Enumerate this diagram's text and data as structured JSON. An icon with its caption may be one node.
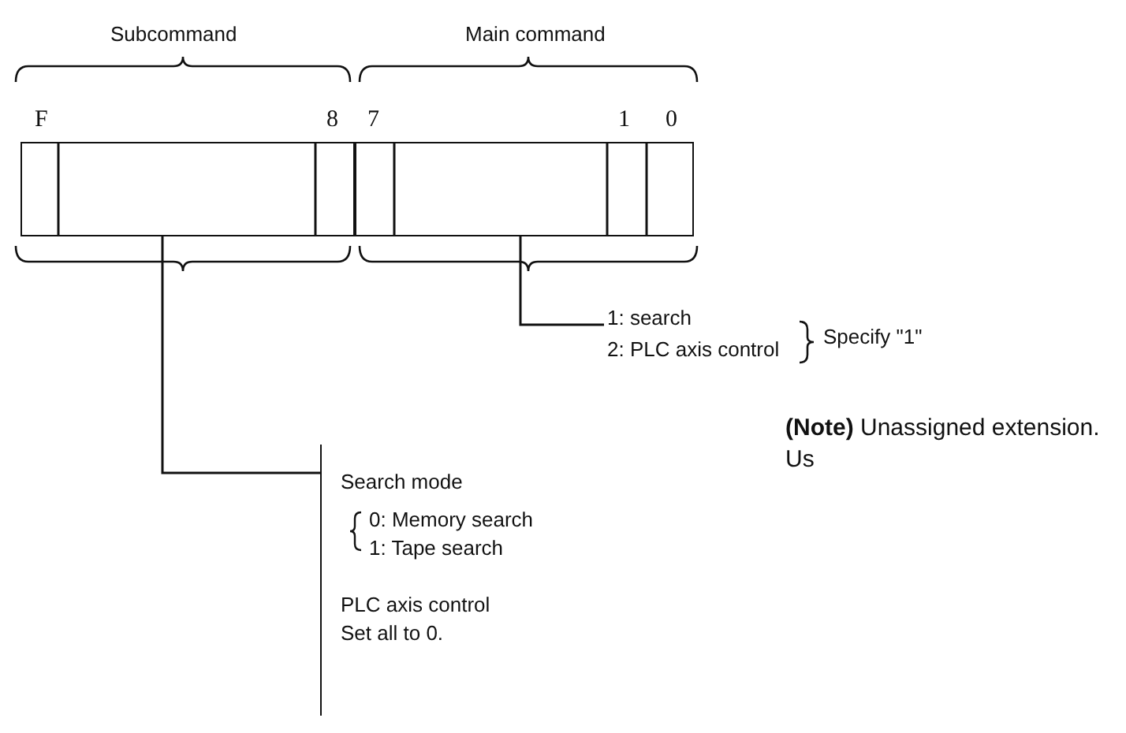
{
  "diagram": {
    "nodes": [
      {
        "text": [],
        "shape": "bar"
      },
      {
        "text": [],
        "shape": "bar"
      },
      {
        "text": [
          "1: search",
          "2: PLC axis control"
        ],
        "beside": [
          "Specify \"1\""
        ]
      },
      {
        "text": [
          "Search mode",
          "0: Memory search",
          "1: Tape search",
          "PLC axis control",
          "Set all to 0."
        ]
      }
    ],
    "edges": [
      {
        "from": 1,
        "to": 2,
        "arrow": "none"
      },
      {
        "from": 0,
        "to": 3,
        "arrow": "none"
      }
    ],
    "labels": [
      "Subcommand",
      "Main command",
      "F",
      "8",
      "7",
      "1",
      "0",
      "**(Note)** Unassigned extension. Us"
    ]
  }
}
